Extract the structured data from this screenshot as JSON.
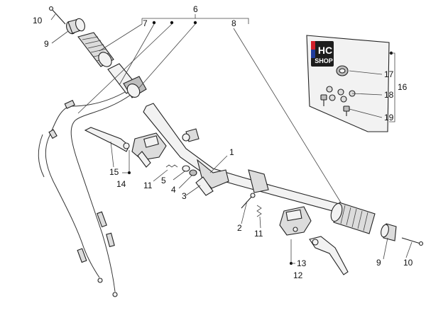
{
  "callouts": {
    "c1": "1",
    "c2": "2",
    "c3": "3",
    "c4": "4",
    "c5": "5",
    "c6": "6",
    "c7": "7",
    "c8": "8",
    "c9a": "9",
    "c9b": "9",
    "c10a": "10",
    "c10b": "10",
    "c11a": "11",
    "c11b": "11",
    "c12": "12",
    "c13": "13",
    "c14": "14",
    "c15": "15",
    "c16": "16",
    "c17": "17",
    "c18": "18",
    "c19": "19"
  },
  "badge": {
    "line1": "HC",
    "line2": "SHOP"
  },
  "colors": {
    "line": "#444444",
    "part_fill": "#f2f2f2",
    "badge_bg": "#1d1d1d",
    "badge_red": "#d0202a",
    "badge_blue": "#1f3c9c"
  }
}
